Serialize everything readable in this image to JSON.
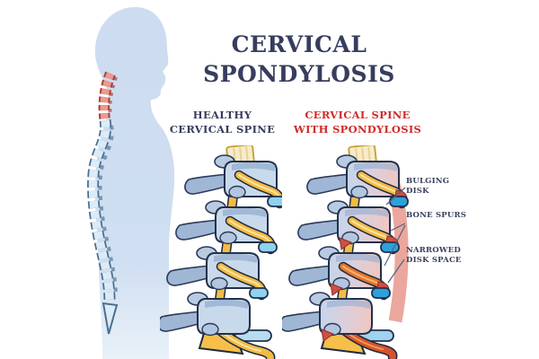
{
  "title": "CERVICAL SPONDYLOSIS",
  "sections": {
    "healthy": {
      "heading": "HEALTHY CERVICAL SPINE"
    },
    "spondylosis": {
      "heading": "CERVICAL SPINE WITH SPONDYLOSIS"
    }
  },
  "annotations": [
    {
      "label": "BULGING DISK"
    },
    {
      "label": "BONE SPURS"
    },
    {
      "label": "NARROWED DISK SPACE"
    }
  ],
  "colors": {
    "title_navy": "#363d5e",
    "alert_red": "#cf2b28",
    "silhouette_blue": "#cddcf0",
    "spine_outline_teal": "#49708f",
    "cervical_highlight_red": "#eb9a90",
    "bone_blue": "#c9d9ec",
    "nerve_yellow": "#f2bb45",
    "spinal_cord_cream": "#f7ecca",
    "disk_cyan": "#8ed2ee",
    "bulging_disk_blue": "#2fa0da",
    "inflamed_red": "#cd4f45",
    "spur_salmon": "#eba79e",
    "pinched_nerve_orange": "#d6532c"
  }
}
